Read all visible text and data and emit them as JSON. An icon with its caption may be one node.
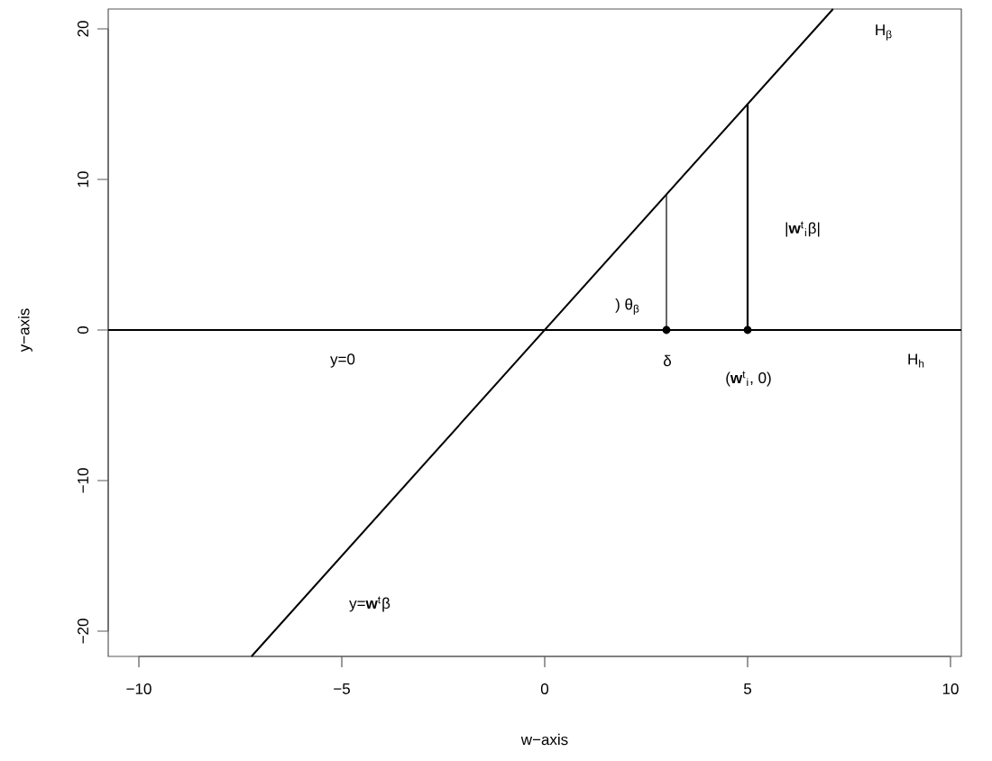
{
  "diagram": {
    "labels": [
      "20",
      "10",
      "0",
      "−10",
      "−20",
      "−10",
      "−5",
      "0",
      "5",
      "10",
      "y−axis",
      "w−axis",
      "H$_{β}$",
      "|**w**$^{t}$$_{i}$β|",
      ") θ$_{β}$",
      "y=0",
      "δ",
      "(**w**$^{t}$$_{i}$, 0)",
      "H$_{h}$",
      "y=**w**$^{t}$β"
    ]
  }
}
